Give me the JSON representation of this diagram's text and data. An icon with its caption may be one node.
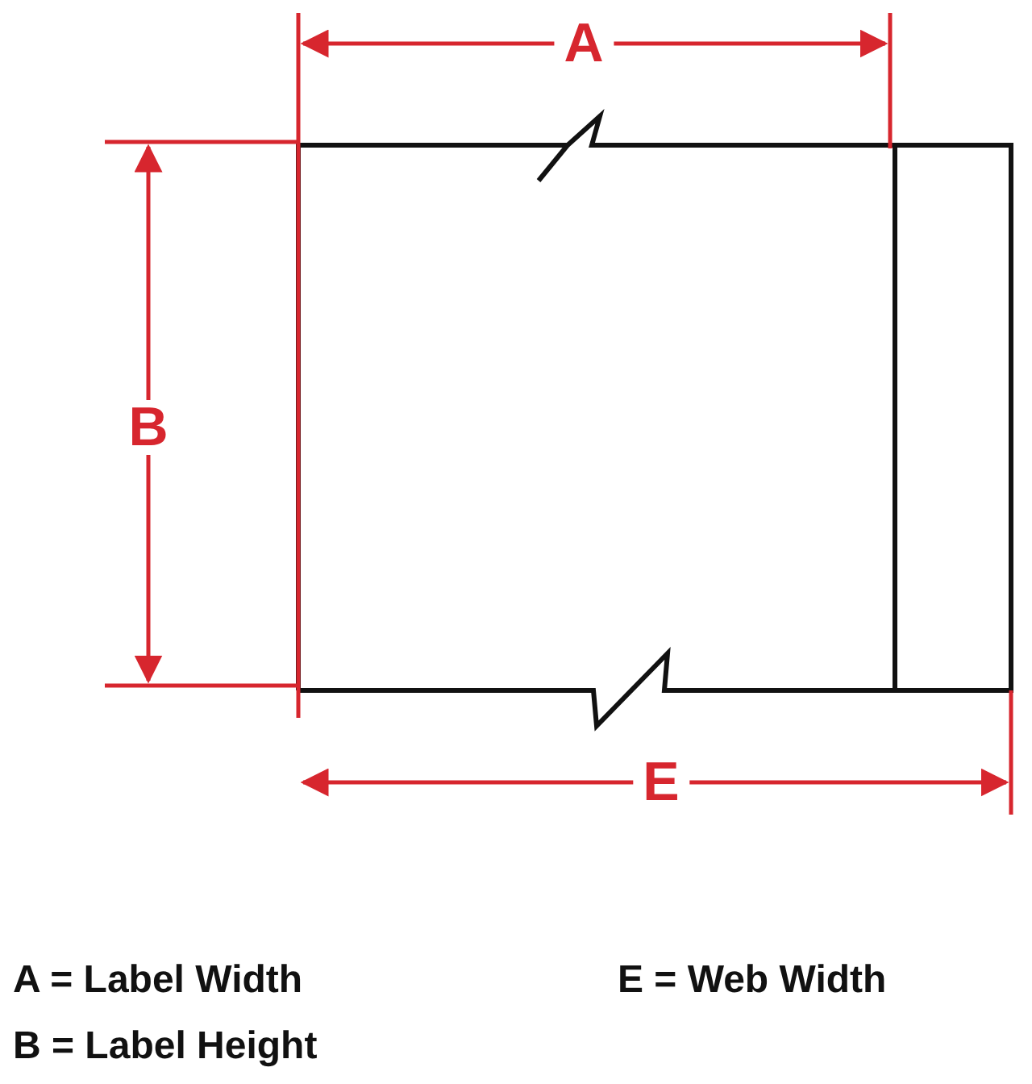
{
  "diagram": {
    "labels": [
      "A",
      "B",
      "E",
      "A = Label Width",
      "E = Web Width",
      "B = Label Height"
    ]
  }
}
